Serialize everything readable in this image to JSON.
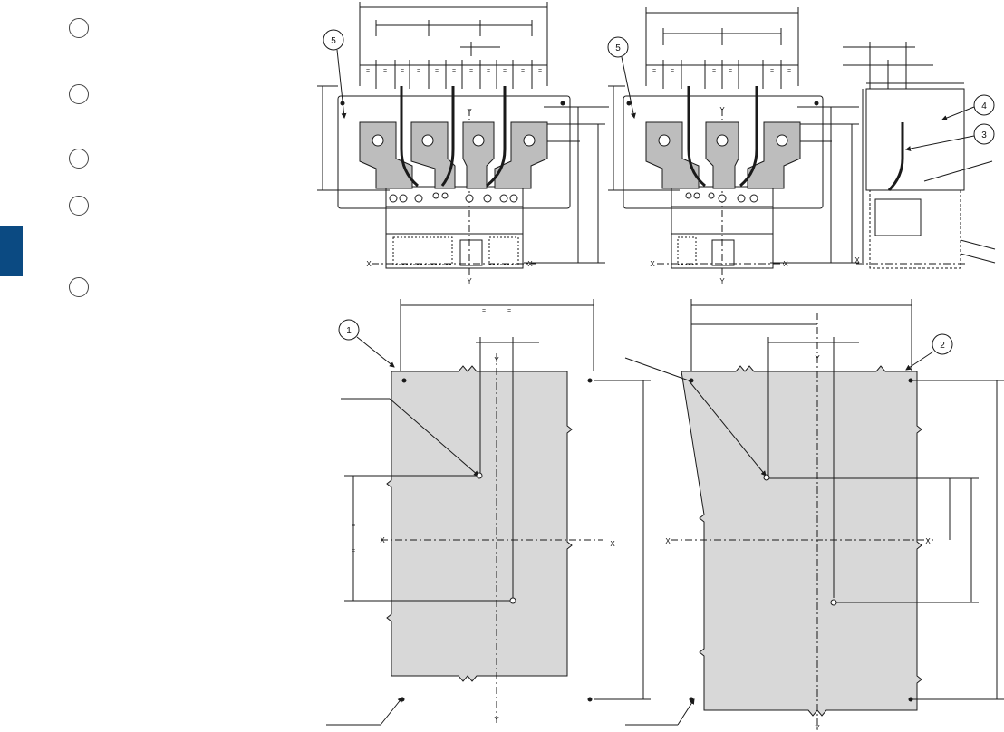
{
  "sidebar": {
    "tab_color": "#0b4a82",
    "legend_circles": [
      {
        "id": "legend-circle-1",
        "text": ""
      },
      {
        "id": "legend-circle-2",
        "text": ""
      },
      {
        "id": "legend-circle-3",
        "text": ""
      },
      {
        "id": "legend-circle-4",
        "text": ""
      },
      {
        "id": "legend-circle-5",
        "text": ""
      }
    ]
  },
  "callouts": {
    "c5a": "5",
    "c5b": "5",
    "c4": "4",
    "c3": "3",
    "c1": "1",
    "c2": "2"
  },
  "axes": {
    "x": "X",
    "y": "Y"
  },
  "equal_mark": "=",
  "colors": {
    "panel_fill": "#d8d8d8",
    "terminal_fill": "#bdbdbd",
    "line": "#1a1a1a"
  }
}
